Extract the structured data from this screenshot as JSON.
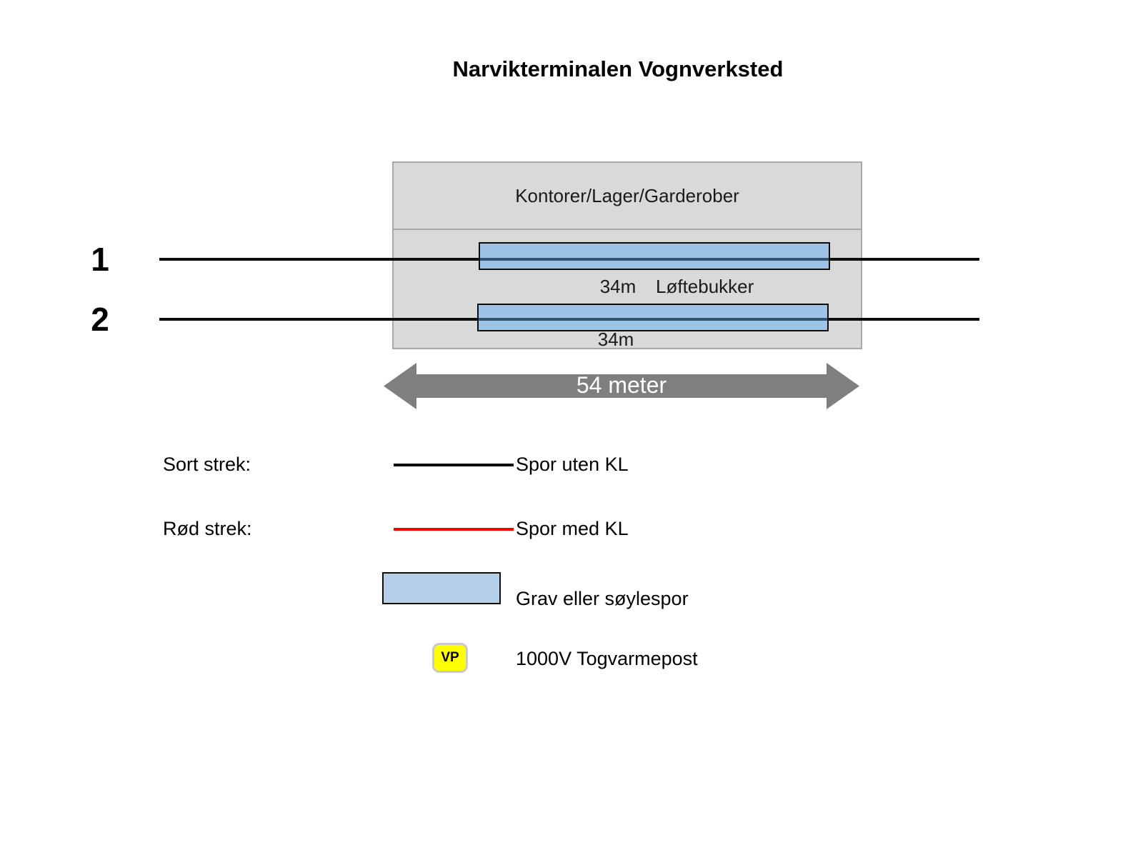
{
  "title": "Narvikterminalen Vognverksted",
  "building": {
    "label": "Kontorer/Lager/Garderober"
  },
  "tracks": [
    {
      "number": "1",
      "pit_length": "34m",
      "pit_note": "Løftebukker"
    },
    {
      "number": "2",
      "pit_length": "34m"
    }
  ],
  "dimension_arrow": {
    "label": "54 meter"
  },
  "legend": {
    "rows": [
      {
        "key_label": "Sort strek:",
        "swatch": "black-line",
        "label": "Spor uten KL"
      },
      {
        "key_label": "Rød strek:",
        "swatch": "red-line",
        "label": "Spor med KL"
      },
      {
        "key_label": "",
        "swatch": "blue-rect",
        "label": "Grav eller søylespor"
      },
      {
        "key_label": "",
        "swatch": "vp-badge",
        "badge_text": "VP",
        "label": "1000V Togvarmepost"
      }
    ]
  },
  "colors": {
    "building_fill": "#D9D9D9",
    "building_border": "#A8A8A8",
    "pit_fill": "#9DC3E6",
    "pit_track_line": "#34536F",
    "legend_pit_fill": "#B5CFE8",
    "track_line": "#0d0d0d",
    "kl_line": "#FF0000",
    "arrow_fill": "#7F7F7F",
    "vp_fill": "#FFFF00",
    "vp_border": "#C9C9C9"
  }
}
